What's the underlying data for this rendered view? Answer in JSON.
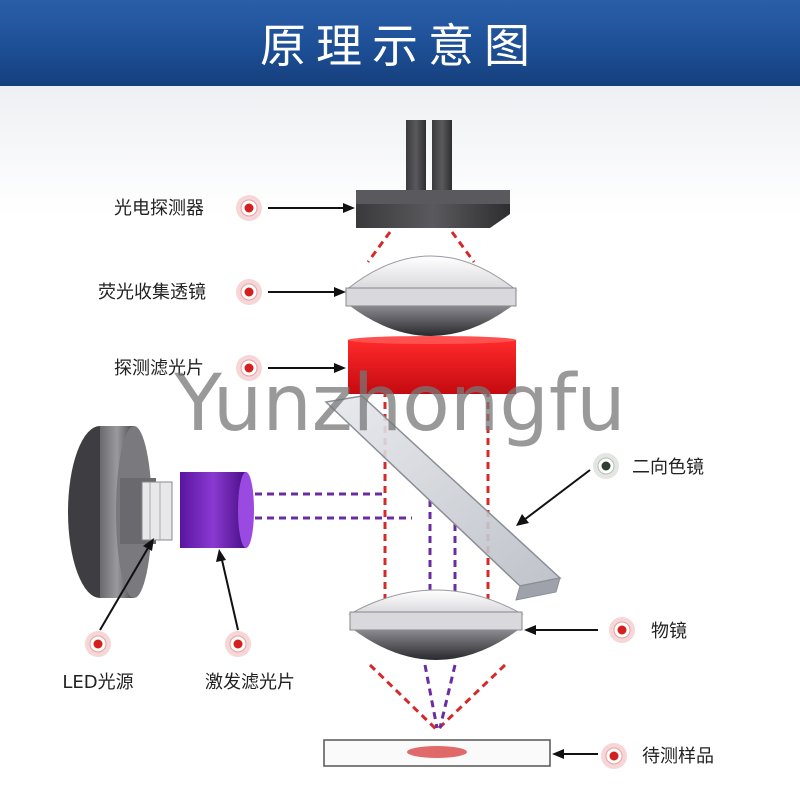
{
  "header": {
    "title": "原理示意图"
  },
  "labels": {
    "detector": "光电探测器",
    "collect_lens": "荧光收集透镜",
    "detect_filter": "探测滤光片",
    "dichroic": "二向色镜",
    "led": "LED光源",
    "excite_filter": "激发滤光片",
    "objective": "物镜",
    "sample": "待测样品"
  },
  "watermark": "Yunzhongfu",
  "colors": {
    "header": "#1d4f96",
    "emission_ray": "#d42a2a",
    "excitation_ray": "#6a2ca0",
    "detect_filter": "#e8141a",
    "excite_filter": "#6a1fb0",
    "sample_spot": "#e06a6a"
  }
}
